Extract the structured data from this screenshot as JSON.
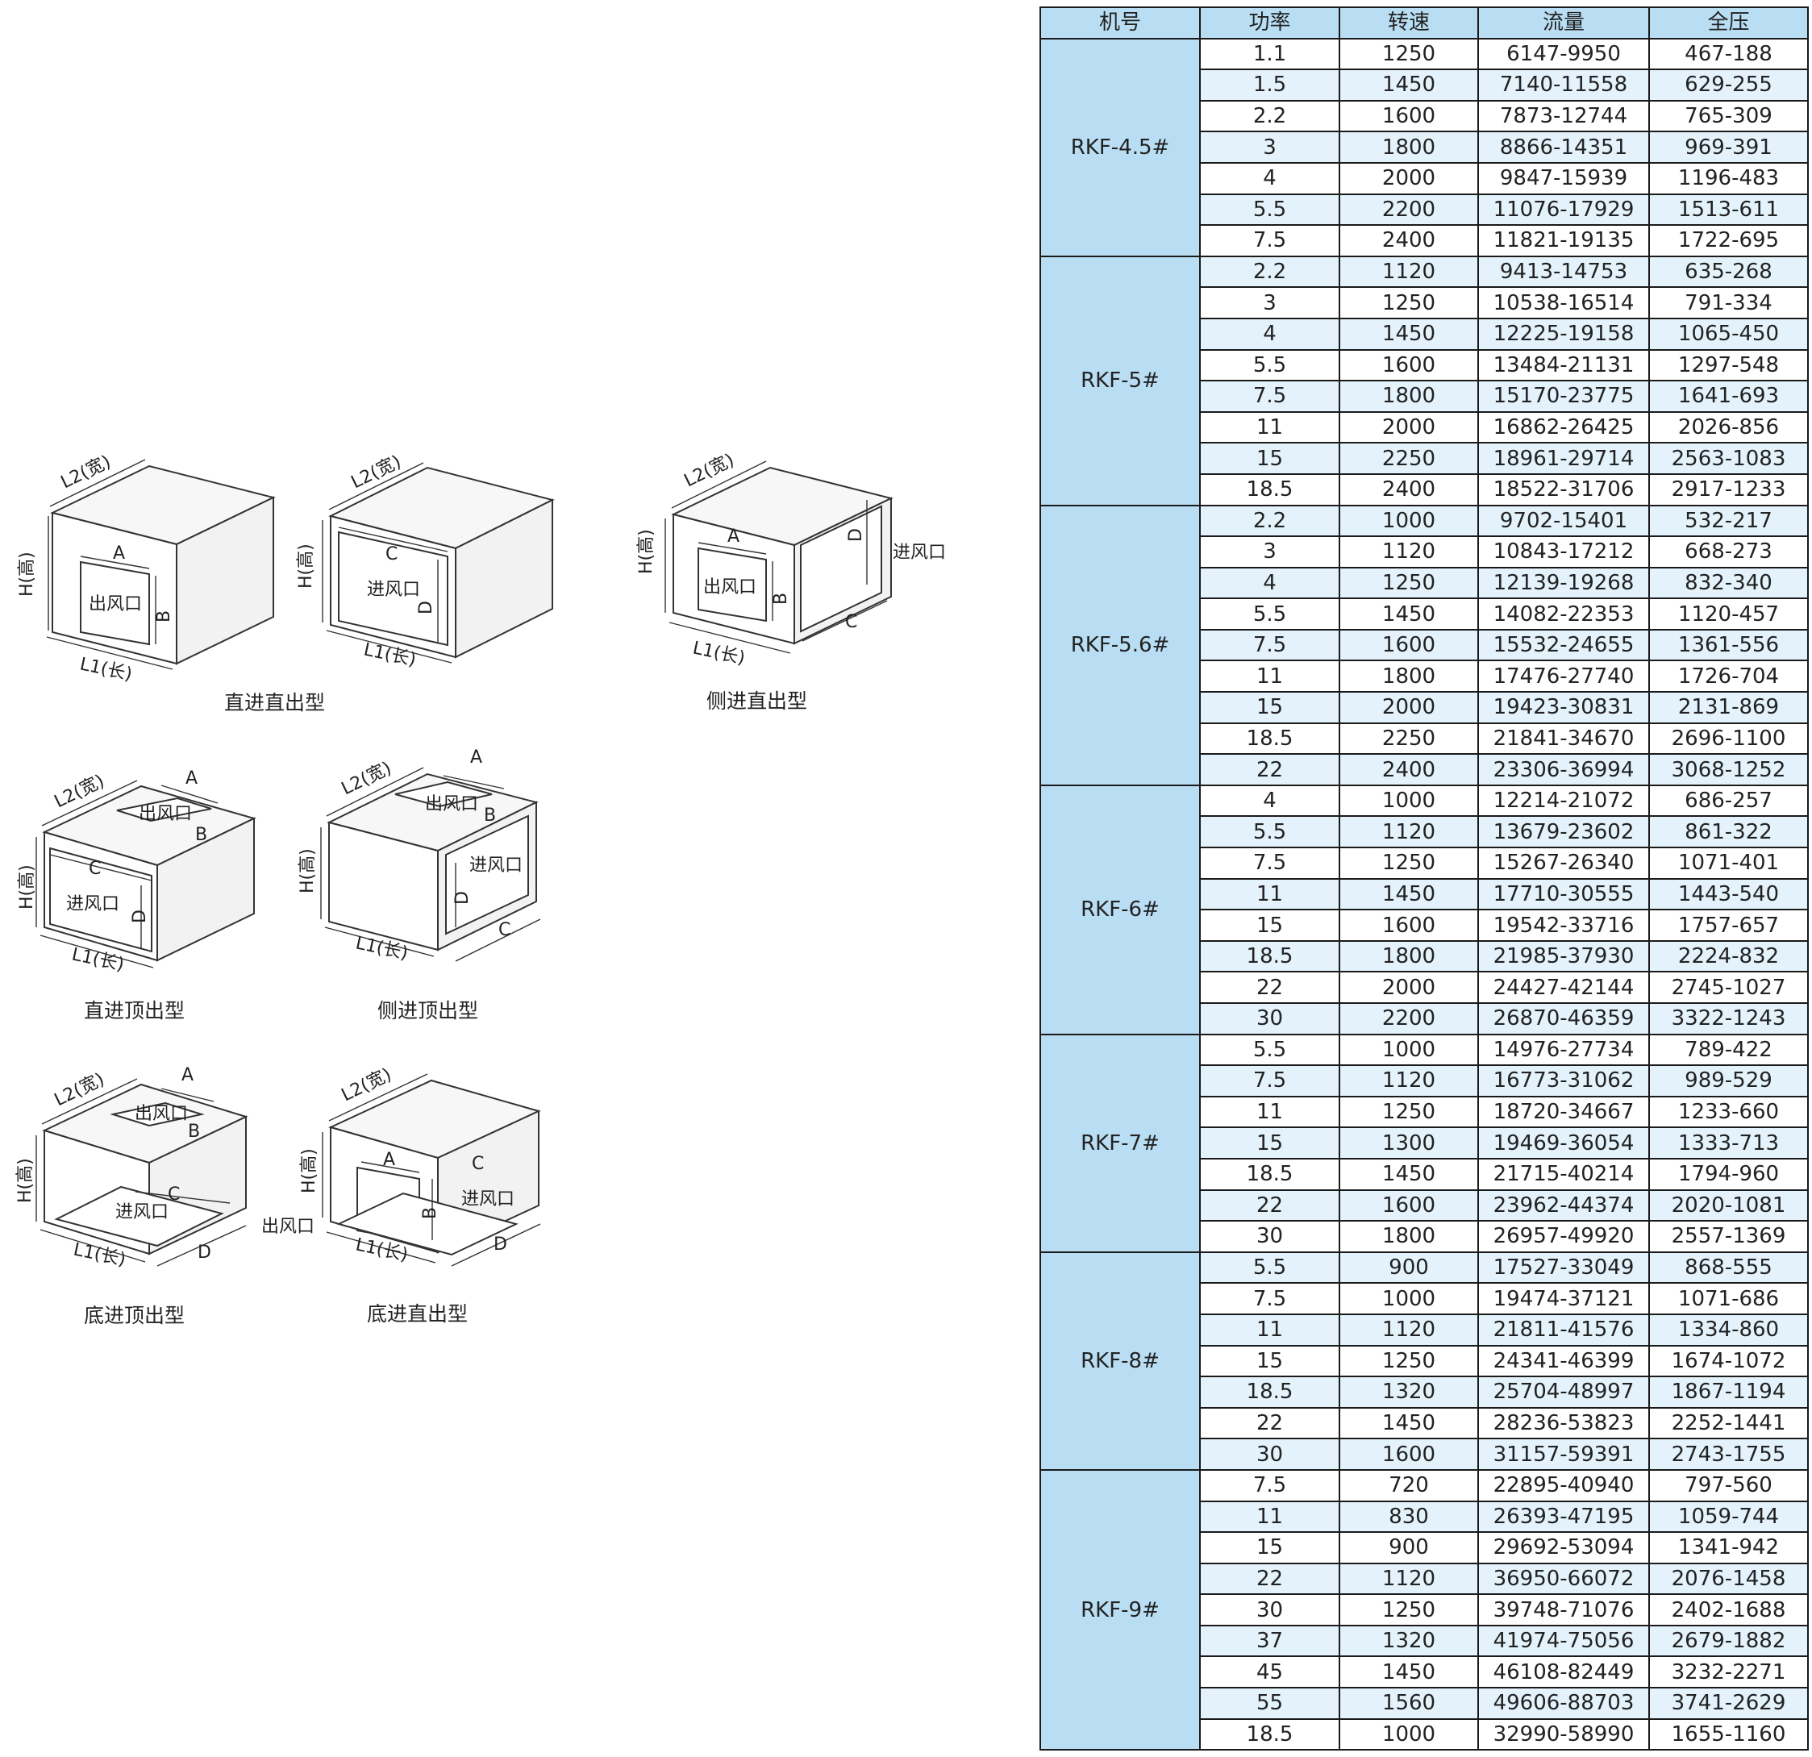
{
  "labels": {
    "length": "L1(长)",
    "width": "L2(宽)",
    "height": "H(高)",
    "outlet": "出风口",
    "inlet": "进风口",
    "dim_a": "A",
    "dim_b": "B",
    "dim_c": "C",
    "dim_d": "D"
  },
  "diagrams": [
    {
      "caption": "直进直出型"
    },
    {
      "caption": "侧进直出型"
    },
    {
      "caption": "直进顶出型"
    },
    {
      "caption": "侧进顶出型"
    },
    {
      "caption": "底进顶出型"
    },
    {
      "caption": "底进直出型"
    }
  ],
  "table": {
    "headers": [
      "机号",
      "功率",
      "转速",
      "流量",
      "全压"
    ],
    "groups": [
      {
        "model": "RKF-4.5#",
        "rows": [
          [
            "1.1",
            "1250",
            "6147-9950",
            "467-188"
          ],
          [
            "1.5",
            "1450",
            "7140-11558",
            "629-255"
          ],
          [
            "2.2",
            "1600",
            "7873-12744",
            "765-309"
          ],
          [
            "3",
            "1800",
            "8866-14351",
            "969-391"
          ],
          [
            "4",
            "2000",
            "9847-15939",
            "1196-483"
          ],
          [
            "5.5",
            "2200",
            "11076-17929",
            "1513-611"
          ],
          [
            "7.5",
            "2400",
            "11821-19135",
            "1722-695"
          ]
        ]
      },
      {
        "model": "RKF-5#",
        "rows": [
          [
            "2.2",
            "1120",
            "9413-14753",
            "635-268"
          ],
          [
            "3",
            "1250",
            "10538-16514",
            "791-334"
          ],
          [
            "4",
            "1450",
            "12225-19158",
            "1065-450"
          ],
          [
            "5.5",
            "1600",
            "13484-21131",
            "1297-548"
          ],
          [
            "7.5",
            "1800",
            "15170-23775",
            "1641-693"
          ],
          [
            "11",
            "2000",
            "16862-26425",
            "2026-856"
          ],
          [
            "15",
            "2250",
            "18961-29714",
            "2563-1083"
          ],
          [
            "18.5",
            "2400",
            "18522-31706",
            "2917-1233"
          ]
        ]
      },
      {
        "model": "RKF-5.6#",
        "rows": [
          [
            "2.2",
            "1000",
            "9702-15401",
            "532-217"
          ],
          [
            "3",
            "1120",
            "10843-17212",
            "668-273"
          ],
          [
            "4",
            "1250",
            "12139-19268",
            "832-340"
          ],
          [
            "5.5",
            "1450",
            "14082-22353",
            "1120-457"
          ],
          [
            "7.5",
            "1600",
            "15532-24655",
            "1361-556"
          ],
          [
            "11",
            "1800",
            "17476-27740",
            "1726-704"
          ],
          [
            "15",
            "2000",
            "19423-30831",
            "2131-869"
          ],
          [
            "18.5",
            "2250",
            "21841-34670",
            "2696-1100"
          ],
          [
            "22",
            "2400",
            "23306-36994",
            "3068-1252"
          ]
        ]
      },
      {
        "model": "RKF-6#",
        "rows": [
          [
            "4",
            "1000",
            "12214-21072",
            "686-257"
          ],
          [
            "5.5",
            "1120",
            "13679-23602",
            "861-322"
          ],
          [
            "7.5",
            "1250",
            "15267-26340",
            "1071-401"
          ],
          [
            "11",
            "1450",
            "17710-30555",
            "1443-540"
          ],
          [
            "15",
            "1600",
            "19542-33716",
            "1757-657"
          ],
          [
            "18.5",
            "1800",
            "21985-37930",
            "2224-832"
          ],
          [
            "22",
            "2000",
            "24427-42144",
            "2745-1027"
          ],
          [
            "30",
            "2200",
            "26870-46359",
            "3322-1243"
          ]
        ]
      },
      {
        "model": "RKF-7#",
        "rows": [
          [
            "5.5",
            "1000",
            "14976-27734",
            "789-422"
          ],
          [
            "7.5",
            "1120",
            "16773-31062",
            "989-529"
          ],
          [
            "11",
            "1250",
            "18720-34667",
            "1233-660"
          ],
          [
            "15",
            "1300",
            "19469-36054",
            "1333-713"
          ],
          [
            "18.5",
            "1450",
            "21715-40214",
            "1794-960"
          ],
          [
            "22",
            "1600",
            "23962-44374",
            "2020-1081"
          ],
          [
            "30",
            "1800",
            "26957-49920",
            "2557-1369"
          ]
        ]
      },
      {
        "model": "RKF-8#",
        "rows": [
          [
            "5.5",
            "900",
            "17527-33049",
            "868-555"
          ],
          [
            "7.5",
            "1000",
            "19474-37121",
            "1071-686"
          ],
          [
            "11",
            "1120",
            "21811-41576",
            "1334-860"
          ],
          [
            "15",
            "1250",
            "24341-46399",
            "1674-1072"
          ],
          [
            "18.5",
            "1320",
            "25704-48997",
            "1867-1194"
          ],
          [
            "22",
            "1450",
            "28236-53823",
            "2252-1441"
          ],
          [
            "30",
            "1600",
            "31157-59391",
            "2743-1755"
          ]
        ]
      },
      {
        "model": "RKF-9#",
        "rows": [
          [
            "7.5",
            "720",
            "22895-40940",
            "797-560"
          ],
          [
            "11",
            "830",
            "26393-47195",
            "1059-744"
          ],
          [
            "15",
            "900",
            "29692-53094",
            "1341-942"
          ],
          [
            "22",
            "1120",
            "36950-66072",
            "2076-1458"
          ],
          [
            "30",
            "1250",
            "39748-71076",
            "2402-1688"
          ],
          [
            "37",
            "1320",
            "41974-75056",
            "2679-1882"
          ],
          [
            "45",
            "1450",
            "46108-82449",
            "3232-2271"
          ],
          [
            "55",
            "1560",
            "49606-88703",
            "3741-2629"
          ],
          [
            "18.5",
            "1000",
            "32990-58990",
            "1655-1160"
          ]
        ]
      }
    ]
  }
}
